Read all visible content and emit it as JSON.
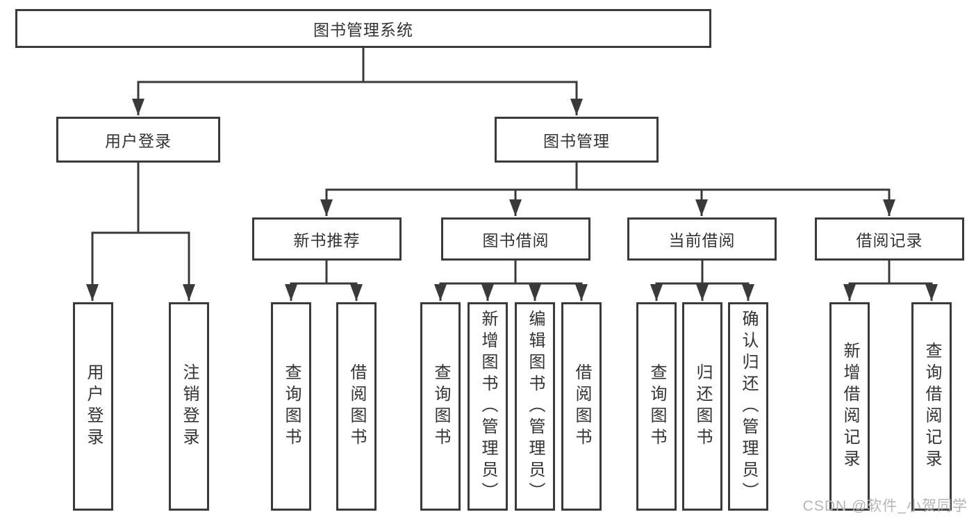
{
  "tree": {
    "root": {
      "label": "图书管理系统"
    },
    "branches": [
      {
        "label": "用户登录",
        "children": [
          {
            "label": "用户登录"
          },
          {
            "label": "注销登录"
          }
        ]
      },
      {
        "label": "图书管理",
        "children": [
          {
            "label": "新书推荐",
            "children": [
              {
                "label": "查询图书"
              },
              {
                "label": "借阅图书"
              }
            ]
          },
          {
            "label": "图书借阅",
            "children": [
              {
                "label": "查询图书"
              },
              {
                "label": "新增图书（管理员）"
              },
              {
                "label": "编辑图书（管理员）"
              },
              {
                "label": "借阅图书"
              }
            ]
          },
          {
            "label": "当前借阅",
            "children": [
              {
                "label": "查询图书"
              },
              {
                "label": "归还图书"
              },
              {
                "label": "确认归还（管理员）"
              }
            ]
          },
          {
            "label": "借阅记录",
            "children": [
              {
                "label": "新增借阅记录"
              },
              {
                "label": "查询借阅记录"
              }
            ]
          }
        ]
      }
    ]
  },
  "watermark": {
    "text": "CSDN @软件_小贺同学"
  },
  "colors": {
    "line": "#3a3a3a",
    "text": "#333333",
    "box_background": "#ffffff",
    "watermark": "#b5b5b5"
  }
}
